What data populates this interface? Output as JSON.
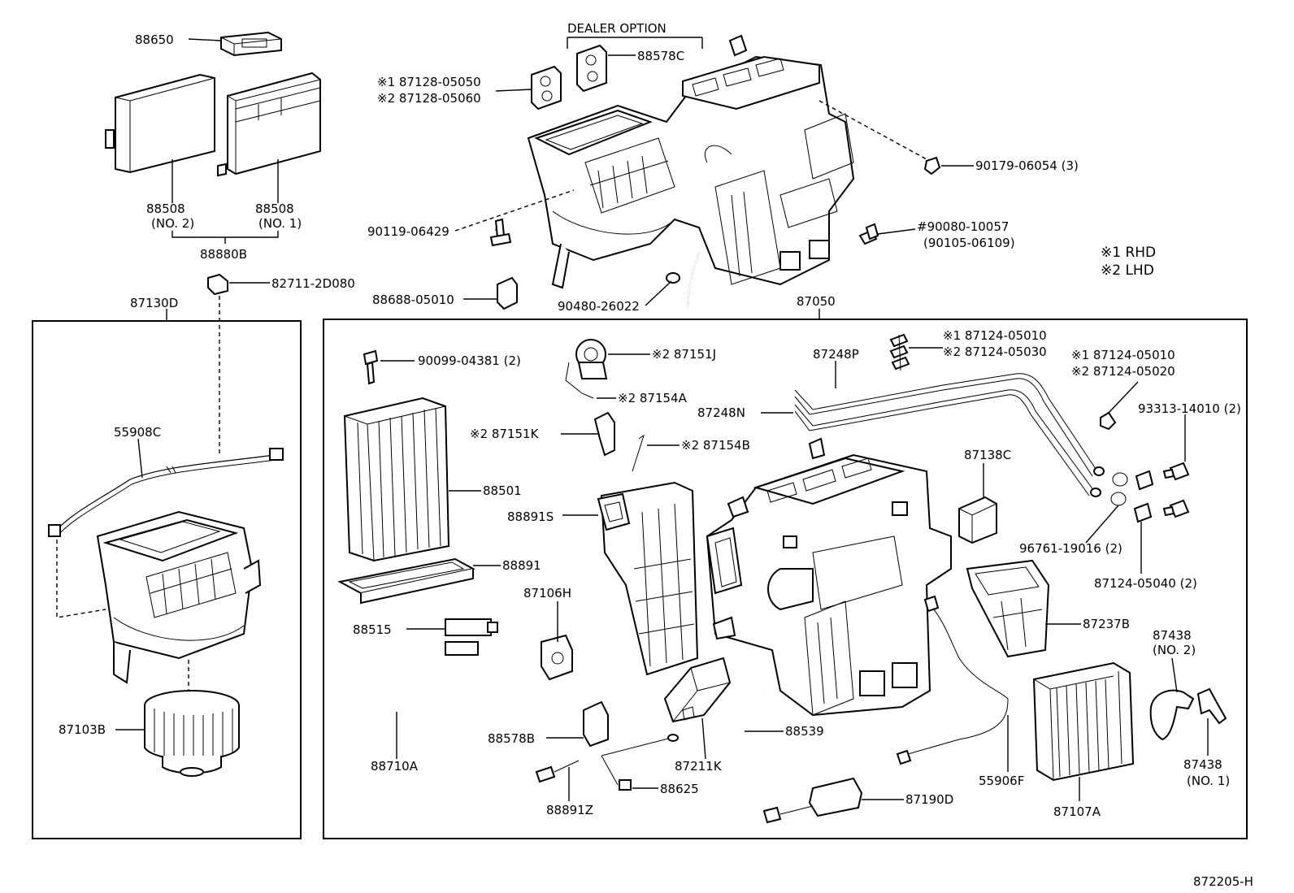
{
  "labels": {
    "p88650": "88650",
    "p88508_a": "88508",
    "p88508_a_sub": "(NO. 2)",
    "p88508_b": "88508",
    "p88508_b_sub": "(NO. 1)",
    "p88880B": "88880B",
    "p82711": "82711-2D080",
    "p87130D": "87130D",
    "p55908C": "55908C",
    "p87103B": "87103B",
    "dealer_option": "DEALER OPTION",
    "p88578C": "88578C",
    "p87128_1": "※1 87128-05050",
    "p87128_2": "※2 87128-05060",
    "p90179": "90179-06054 (3)",
    "p90119": "90119-06429",
    "p90080": "#90080-10057",
    "p90105": "(90105-06109)",
    "note_rhd": "※1 RHD",
    "note_lhd": "※2 LHD",
    "p88688": "88688-05010",
    "p90480": "90480-26022",
    "p87050": "87050",
    "p90099": "90099-04381 (2)",
    "p87151J": "※2 87151J",
    "p87154A": "※2 87154A",
    "p87151K": "※2 87151K",
    "p87154B": "※2 87154B",
    "p87248P": "87248P",
    "p87248N": "87248N",
    "p87124_a1": "※1 87124-05010",
    "p87124_a2": "※2 87124-05030",
    "p87124_b1": "※1 87124-05010",
    "p87124_b2": "※2 87124-05020",
    "p93313": "93313-14010 (2)",
    "p88501": "88501",
    "p88891S": "88891S",
    "p87138C": "87138C",
    "p88891": "88891",
    "p96761": "96761-19016 (2)",
    "p87124_05040": "87124-05040 (2)",
    "p87106H": "87106H",
    "p88515": "88515",
    "p87237B": "87237B",
    "p87438_a": "87438",
    "p87438_a_sub": "(NO. 2)",
    "p88578B": "88578B",
    "p88539": "88539",
    "p88710A": "88710A",
    "p87211K": "87211K",
    "p55906F": "55906F",
    "p88625": "88625",
    "p87438_b": "87438",
    "p87438_b_sub": "(NO. 1)",
    "p88891Z": "88891Z",
    "p87190D": "87190D",
    "p87107A": "87107A",
    "fig_id": "872205-H"
  }
}
